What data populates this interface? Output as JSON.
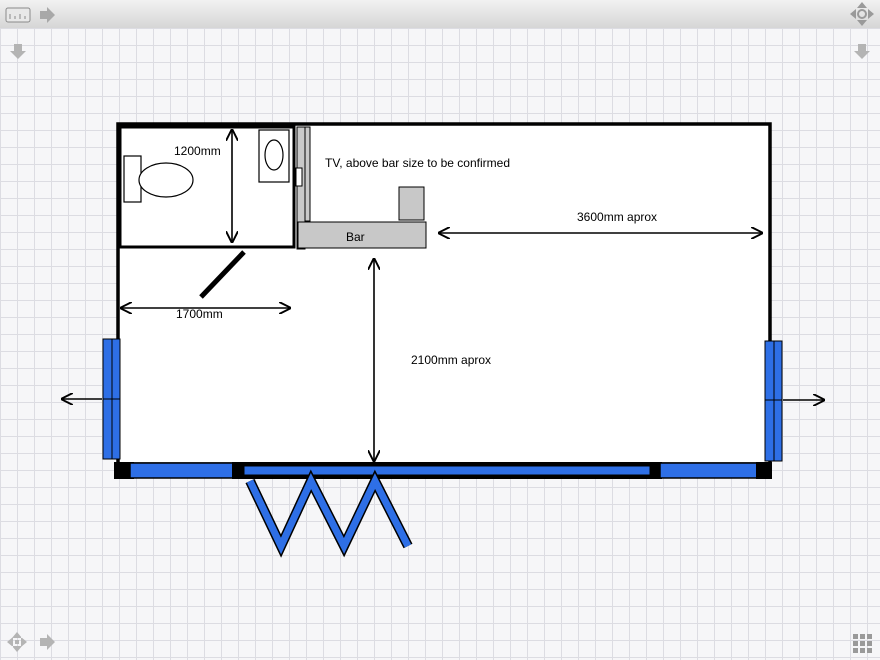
{
  "toolbar": {
    "left_icon": "ruler-icon",
    "left_arrow_icon": "arrow-right-icon",
    "right_icon": "navigation-pad-icon"
  },
  "canvas_controls": {
    "top_left_icon": "arrow-down-icon",
    "top_right_icon": "arrow-down-icon",
    "bottom_left_icons": [
      "move-cross-icon",
      "arrow-right-icon"
    ],
    "bottom_right_icon": "grid-icon"
  },
  "colors": {
    "wall": "#000000",
    "door_panel": "#2e6fe6",
    "bar_fill": "#c8c8c8",
    "grid_line": "#dcdce2"
  },
  "labels": {
    "dim_toilet": "1200mm",
    "tv_note": "TV, above bar size to be confirmed",
    "bar": "Bar",
    "dim_length": "3600mm aprox",
    "dim_width_toilet": "1700mm",
    "dim_depth": "2100mm aprox"
  }
}
